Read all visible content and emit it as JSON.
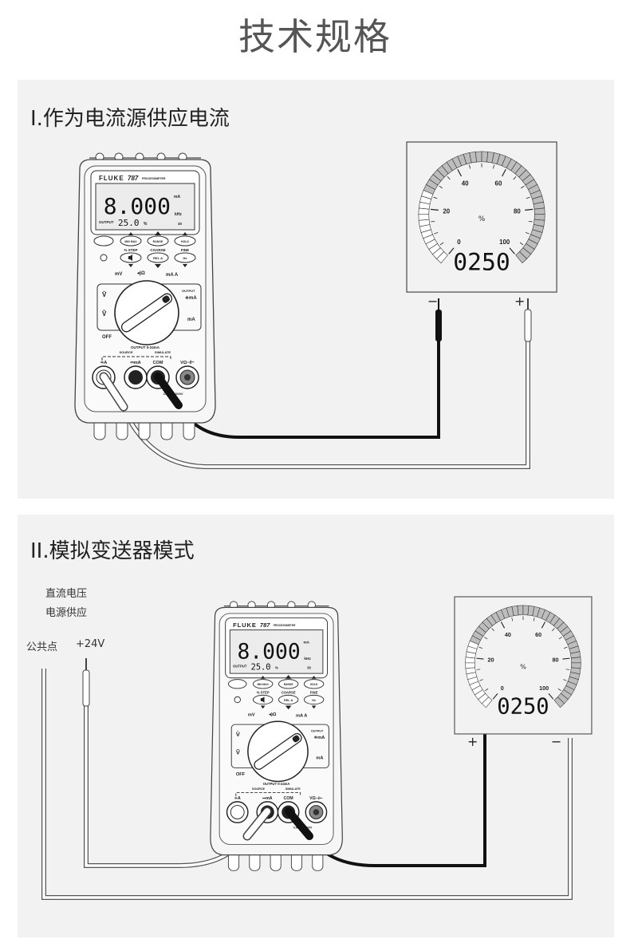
{
  "page_title": "技术规格",
  "sections": [
    {
      "heading": "I.作为电流源供应电流"
    },
    {
      "heading": "II.模拟变送器模式",
      "labels": {
        "dc_voltage": "直流电压",
        "power_supply": "电源供应",
        "common": "公共点",
        "plus24": "+24V"
      }
    }
  ],
  "meter": {
    "brand": "FLUKE",
    "model": "787",
    "subtitle": "PROCESSMETER",
    "reading": "8.000",
    "unit": "mA",
    "khz": "kHz",
    "small": "30",
    "output_label": "OUTPUT",
    "output_value": "25.0",
    "output_unit": "%",
    "buttons": {
      "minmax": "MIN MAX",
      "range": "RANGE",
      "hold": "HOLD",
      "rel": "REL Δ",
      "hz": "Hz"
    },
    "button_captions": {
      "step": "% STEP",
      "coarse": "COARSE",
      "fine": "FINE"
    },
    "dial": {
      "mv": "mV",
      "ohm": "◂)Ω",
      "ma_a": "mA A",
      "output": "OUTPUT",
      "output_ma": "≑mA",
      "sim_ma": "mA",
      "vdc": "V̄",
      "vac": "Ṽ",
      "off": "OFF"
    },
    "output_range": "OUTPUT 0-24mA",
    "source": "SOURCE",
    "simulate": "SIMULATE",
    "jacks": {
      "a": "≂A",
      "ma": "⎓mA",
      "com": "COM",
      "v": "VΩ⊣⊢"
    },
    "cat": "CAT III 1000V"
  },
  "gauge": {
    "ticks": [
      "0",
      "20",
      "40",
      "60",
      "80",
      "100"
    ],
    "unit": "%",
    "display": "0250",
    "fill_fraction": 0.25,
    "plus": "+",
    "minus": "−"
  }
}
